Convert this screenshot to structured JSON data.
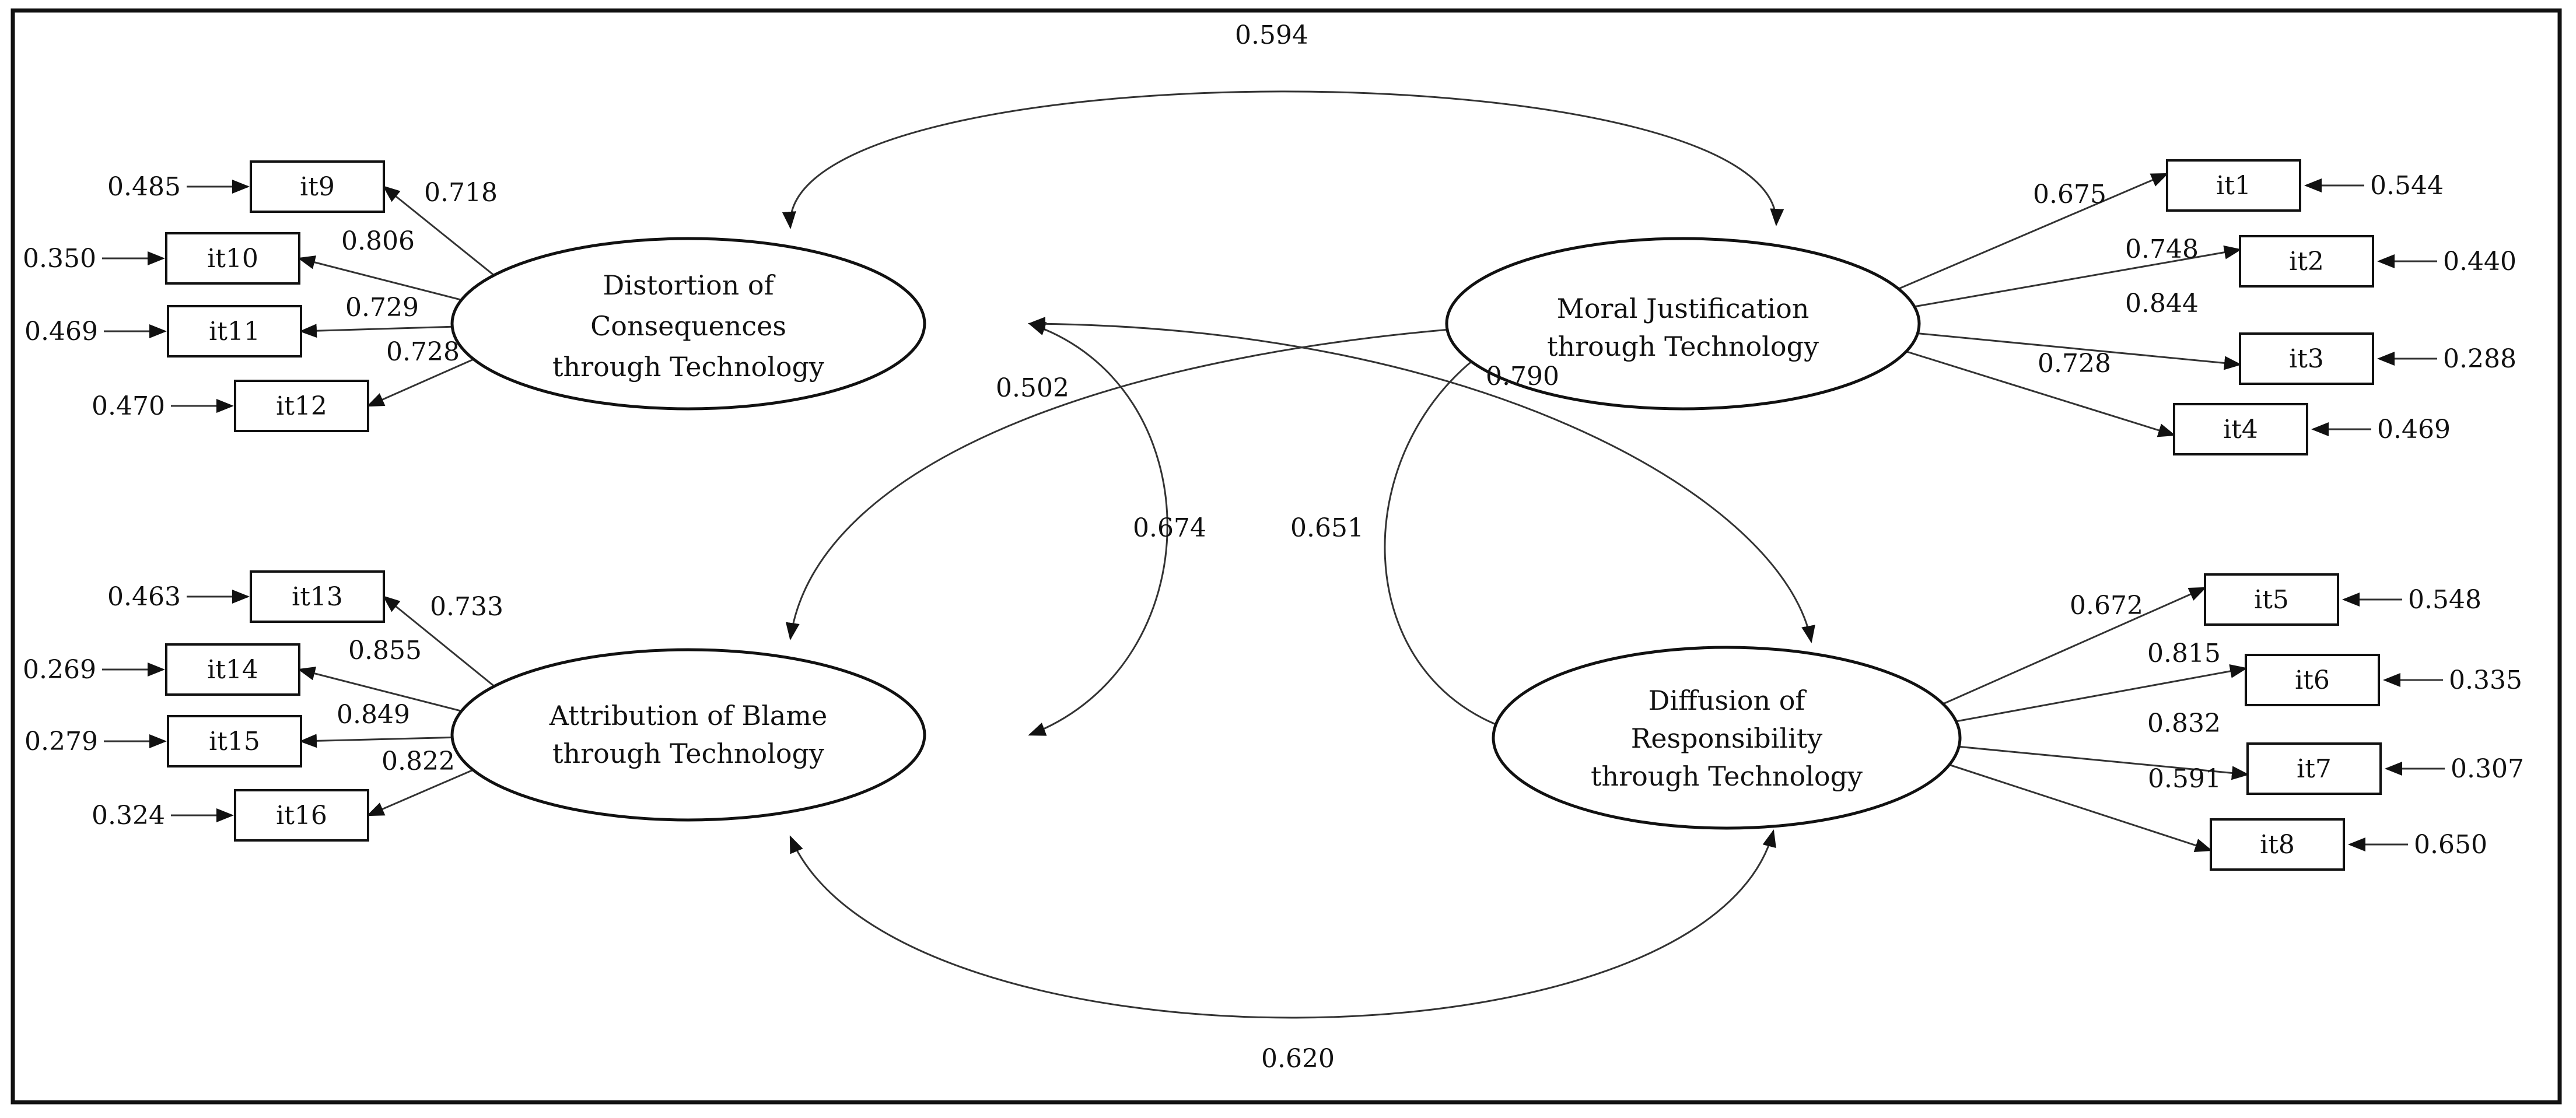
{
  "factors": [
    {
      "id": "dct",
      "label_lines": [
        "Distortion of",
        "Consequences",
        "through Technology"
      ]
    },
    {
      "id": "mjt",
      "label_lines": [
        "Moral Justification",
        "through Technology"
      ]
    },
    {
      "id": "abt",
      "label_lines": [
        "Attribution of Blame",
        "through Technology"
      ]
    },
    {
      "id": "drt",
      "label_lines": [
        "Diffusion of",
        "Responsibility",
        "through Technology"
      ]
    }
  ],
  "items": [
    {
      "id": "it1",
      "factor": "mjt",
      "loading": "0.675",
      "error": "0.544"
    },
    {
      "id": "it2",
      "factor": "mjt",
      "loading": "0.748",
      "error": "0.440"
    },
    {
      "id": "it3",
      "factor": "mjt",
      "loading": "0.844",
      "error": "0.288"
    },
    {
      "id": "it4",
      "factor": "mjt",
      "loading": "0.728",
      "error": "0.469"
    },
    {
      "id": "it5",
      "factor": "drt",
      "loading": "0.672",
      "error": "0.548"
    },
    {
      "id": "it6",
      "factor": "drt",
      "loading": "0.815",
      "error": "0.335"
    },
    {
      "id": "it7",
      "factor": "drt",
      "loading": "0.832",
      "error": "0.307"
    },
    {
      "id": "it8",
      "factor": "drt",
      "loading": "0.591",
      "error": "0.650"
    },
    {
      "id": "it9",
      "factor": "dct",
      "loading": "0.718",
      "error": "0.485"
    },
    {
      "id": "it10",
      "factor": "dct",
      "loading": "0.806",
      "error": "0.350"
    },
    {
      "id": "it11",
      "factor": "dct",
      "loading": "0.729",
      "error": "0.469"
    },
    {
      "id": "it12",
      "factor": "dct",
      "loading": "0.728",
      "error": "0.470"
    },
    {
      "id": "it13",
      "factor": "abt",
      "loading": "0.733",
      "error": "0.463"
    },
    {
      "id": "it14",
      "factor": "abt",
      "loading": "0.855",
      "error": "0.269"
    },
    {
      "id": "it15",
      "factor": "abt",
      "loading": "0.849",
      "error": "0.279"
    },
    {
      "id": "it16",
      "factor": "abt",
      "loading": "0.822",
      "error": "0.324"
    }
  ],
  "correlations": [
    {
      "id": "dct-mjt",
      "from": "dct",
      "to": "mjt",
      "value": "0.594"
    },
    {
      "id": "dct-abt",
      "from": "dct",
      "to": "abt",
      "value": "0.674"
    },
    {
      "id": "dct-drt",
      "from": "dct",
      "to": "drt",
      "value": "0.790"
    },
    {
      "id": "mjt-abt",
      "from": "mjt",
      "to": "abt",
      "value": "0.502"
    },
    {
      "id": "mjt-drt",
      "from": "mjt",
      "to": "drt",
      "value": "0.651"
    },
    {
      "id": "abt-drt",
      "from": "abt",
      "to": "drt",
      "value": "0.620"
    }
  ]
}
